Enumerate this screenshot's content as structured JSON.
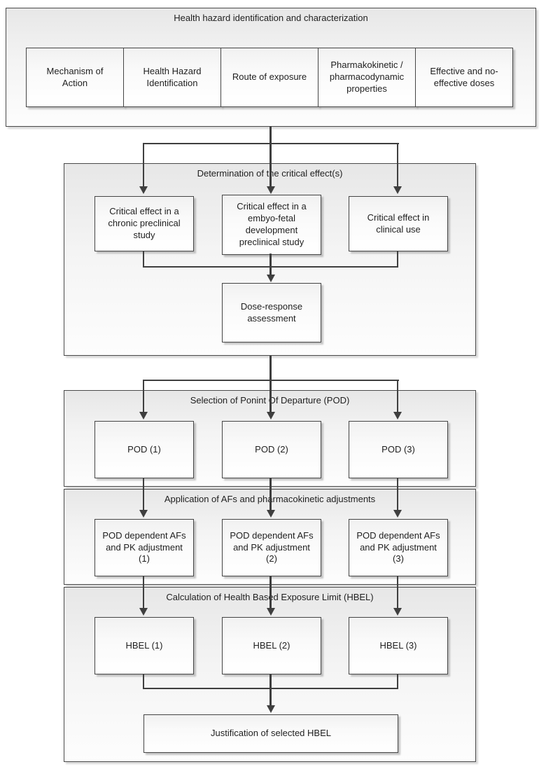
{
  "colors": {
    "background": "#ffffff",
    "border": "#454545",
    "connector": "#3f3f3f",
    "container_fill_top": "#e7e7e7",
    "box_fill_top": "#f1f1f1",
    "text": "#1f1f1f"
  },
  "sections": [
    {
      "title": "Health hazard identification and characterization",
      "boxes": [
        "Mechanism of Action",
        "Health Hazard Identification",
        "Route of exposure",
        "Pharmakokinetic / pharmacodynamic properties",
        "Effective and no-effective doses"
      ]
    },
    {
      "title": "Determination of the critical effect(s)",
      "boxes": [
        "Critical effect in a chronic preclinical study",
        "Critical effect in a embyo-fetal development preclinical study",
        "Critical effect in clinical use"
      ],
      "merge_box": "Dose-response assessment"
    },
    {
      "title": "Selection of Ponint Of Departure (POD)",
      "boxes": [
        "POD (1)",
        "POD (2)",
        "POD (3)"
      ]
    },
    {
      "title": "Application of AFs and pharmacokinetic adjustments",
      "boxes": [
        "POD dependent AFs and PK adjustment (1)",
        "POD dependent AFs and PK adjustment (2)",
        "POD dependent AFs and PK adjustment (3)"
      ]
    },
    {
      "title": "Calculation of Health Based Exposure Limit (HBEL)",
      "boxes": [
        "HBEL (1)",
        "HBEL (2)",
        "HBEL (3)"
      ],
      "merge_box": "Justification of selected HBEL"
    }
  ]
}
